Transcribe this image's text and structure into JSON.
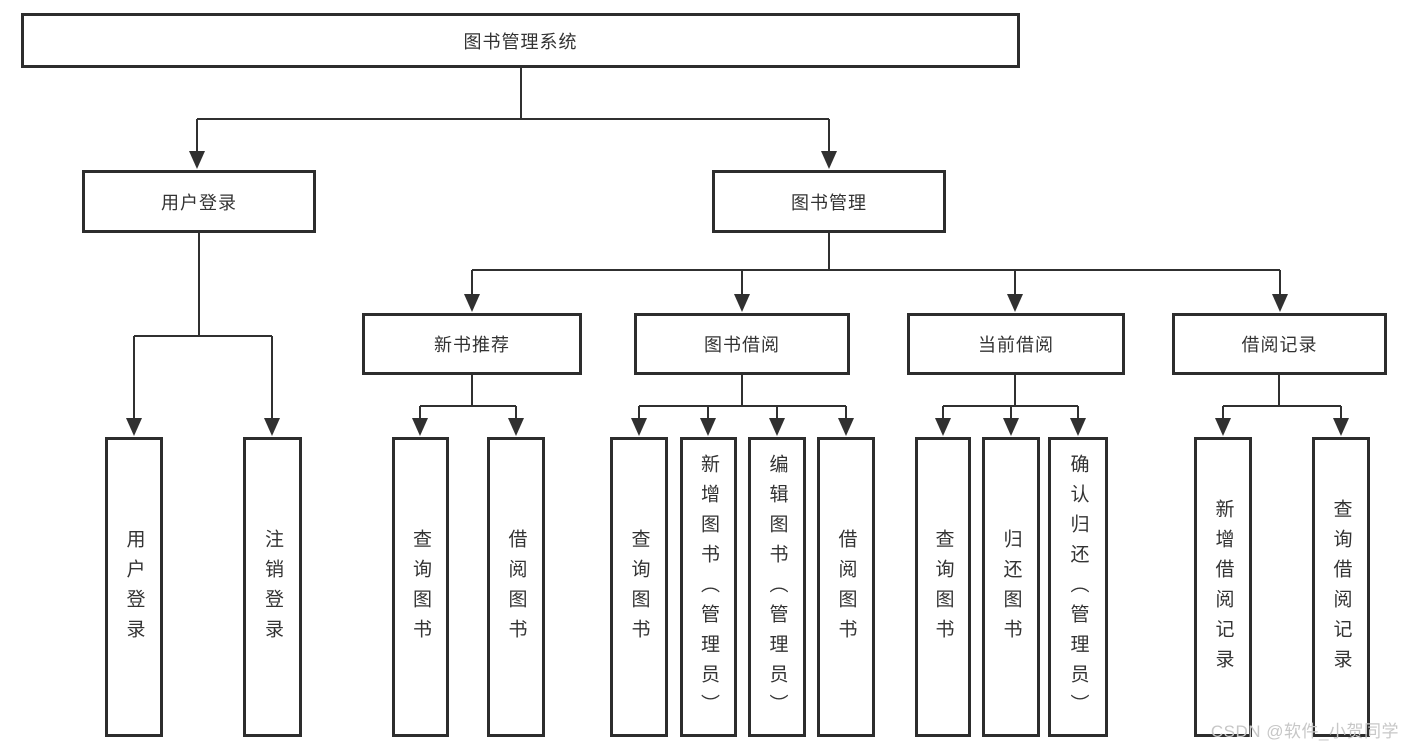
{
  "diagram_title": "图书管理系统",
  "tree": {
    "label": "图书管理系统",
    "children": [
      {
        "label": "用户登录",
        "children": [
          {
            "label": "用户登录"
          },
          {
            "label": "注销登录"
          }
        ]
      },
      {
        "label": "图书管理",
        "children": [
          {
            "label": "新书推荐",
            "children": [
              {
                "label": "查询图书"
              },
              {
                "label": "借阅图书"
              }
            ]
          },
          {
            "label": "图书借阅",
            "children": [
              {
                "label": "查询图书"
              },
              {
                "label": "新增图书（管理员）"
              },
              {
                "label": "编辑图书（管理员）"
              },
              {
                "label": "借阅图书"
              }
            ]
          },
          {
            "label": "当前借阅",
            "children": [
              {
                "label": "查询图书"
              },
              {
                "label": "归还图书"
              },
              {
                "label": "确认归还（管理员）"
              }
            ]
          },
          {
            "label": "借阅记录",
            "children": [
              {
                "label": "新增借阅记录"
              },
              {
                "label": "查询借阅记录"
              }
            ]
          }
        ]
      }
    ]
  },
  "watermark": {
    "text": "CSDN @软件_小贺同学",
    "color": "#c7c7c7"
  },
  "colors": {
    "background": "#ffffff",
    "box_border": "#2d2d2d",
    "connector_line": "#303030",
    "text": "#333333"
  }
}
